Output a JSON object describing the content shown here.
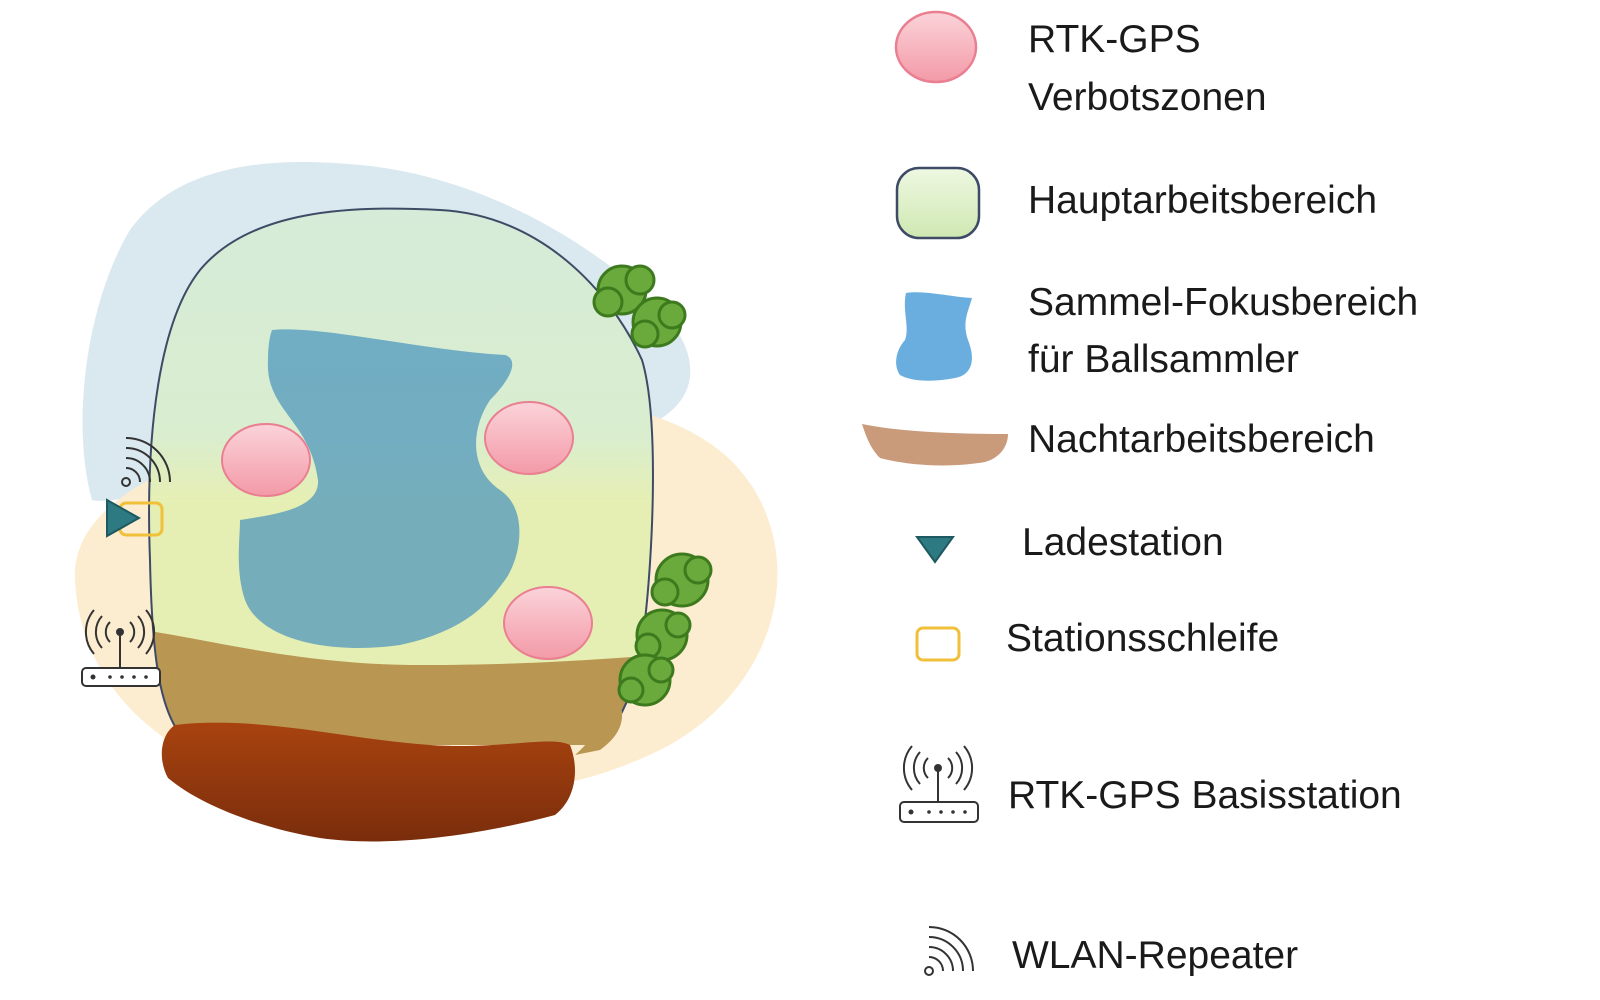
{
  "legend": {
    "no_go_zones": {
      "line1": "RTK-GPS",
      "line2": "Verbotszonen",
      "icon": "pink-ellipse",
      "color": "#f7b3bd"
    },
    "main_area": {
      "label": "Hauptarbeitsbereich",
      "icon": "green-rounded-square",
      "color": "#dcefc4"
    },
    "collector_focus": {
      "line1": "Sammel-Fokusbereich",
      "line2": "für Ballsammler",
      "icon": "blue-blob",
      "color": "#6aaee0"
    },
    "night_area": {
      "label": "Nachtarbeitsbereich",
      "icon": "brown-band",
      "color": "#c99b7b"
    },
    "charging_station": {
      "label": "Ladestation",
      "icon": "teal-triangle",
      "color": "#2e7a83"
    },
    "station_loop": {
      "label": "Stationsschleife",
      "icon": "yellow-rounded-rectangle",
      "color": "#f0c03a"
    },
    "rtk_base": {
      "label": "RTK-GPS Basisstation",
      "icon": "router-antenna-icon"
    },
    "wifi_repeater": {
      "label": "WLAN-Repeater",
      "icon": "wifi-signal-icon"
    }
  },
  "colors": {
    "background_blue": "#dce9f0",
    "background_yellow": "#fdeccc",
    "inner_light_green": "#d2ecd6",
    "inner_yellow_green": "#e4efb5",
    "focus_blue": "#4a94bd",
    "night_brown": "#b99752",
    "front_strip": "#9b3a10",
    "trees": "#6aa93c",
    "outline": "#3e4b66"
  }
}
